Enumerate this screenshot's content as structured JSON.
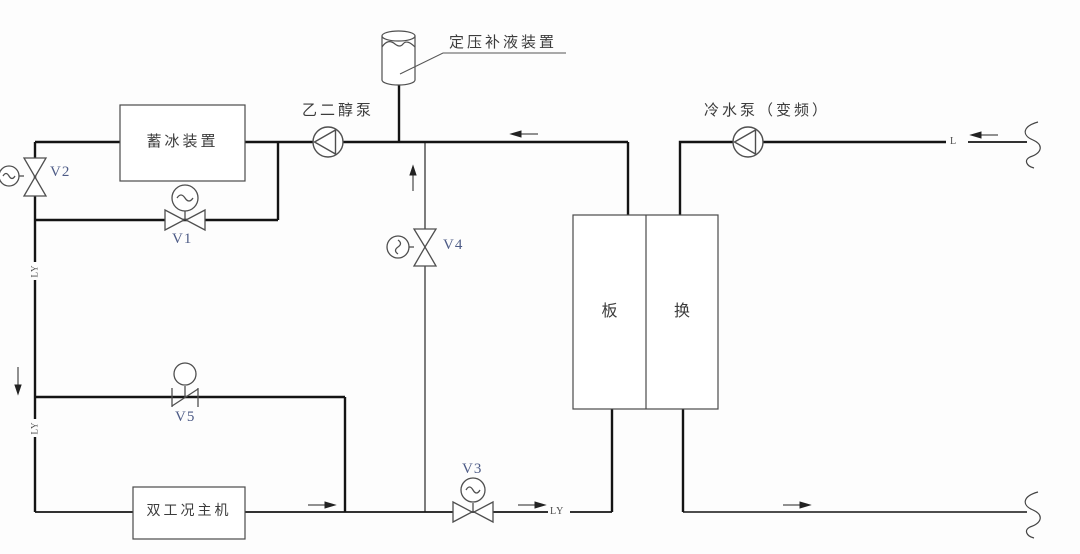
{
  "diagram": {
    "equipment": {
      "expansion_tank": "定压补液装置",
      "ice_storage": "蓄冰装置",
      "glycol_pump": "乙二醇泵",
      "chilled_water_pump": "冷水泵（变频）",
      "heat_exchanger_left": "板",
      "heat_exchanger_right": "换",
      "dual_duty_chiller": "双工况主机"
    },
    "valves": {
      "v1": "V1",
      "v2": "V2",
      "v3": "V3",
      "v4": "V4",
      "v5": "V5"
    },
    "line_tags": {
      "l": "L",
      "ly_bottom": "LY",
      "ly_left_upper": "LY",
      "ly_left_lower": "LY"
    },
    "colors": {
      "pipe": "#141414",
      "symbol_outline": "#4f4f4f",
      "valve_label": "#4d5b86",
      "text": "#3c3c3c"
    }
  }
}
